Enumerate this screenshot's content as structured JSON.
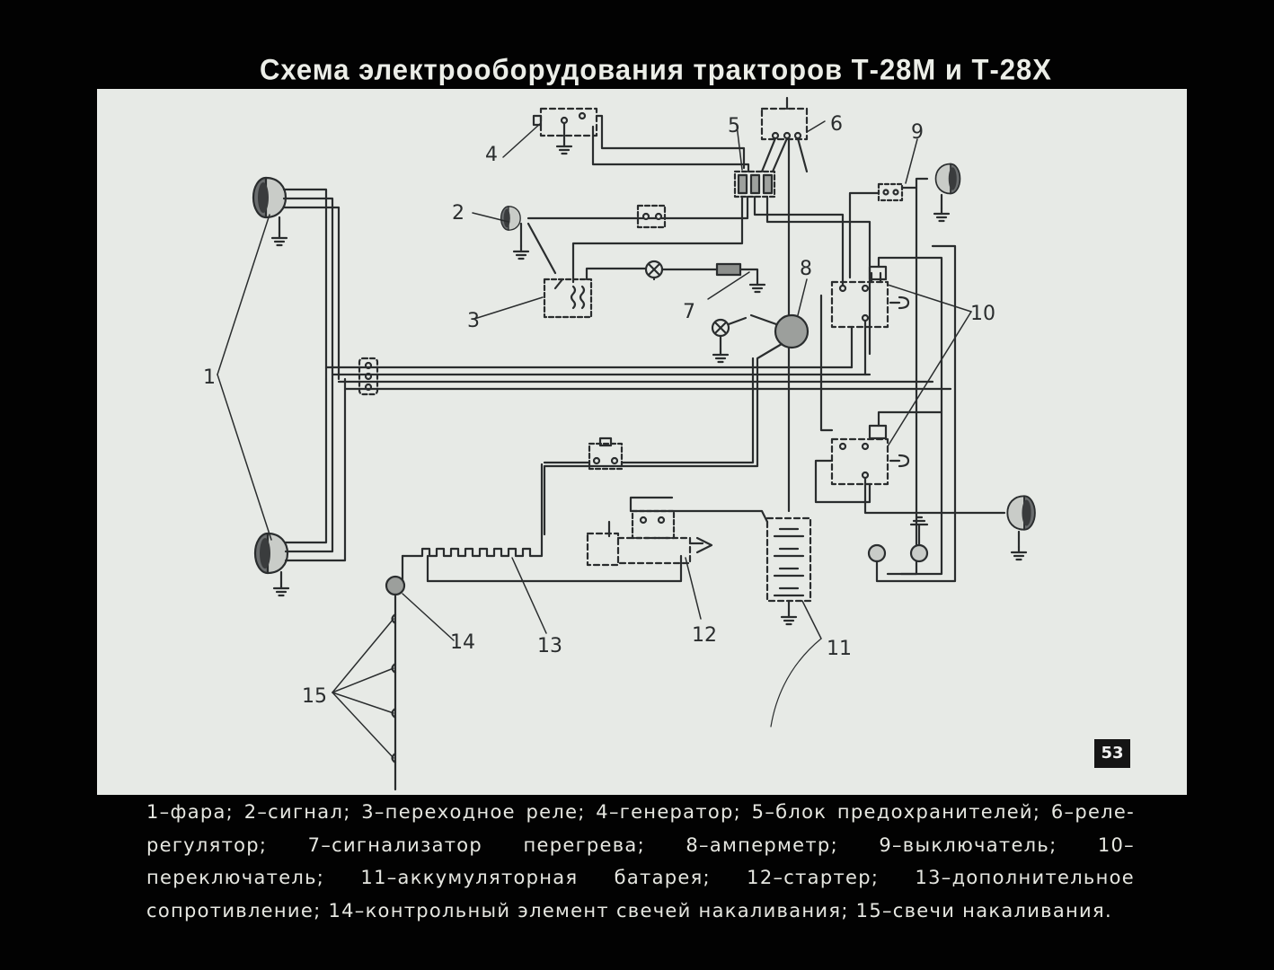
{
  "title": "Схема электрооборудования тракторов Т-28М и Т-28Х",
  "frame_number": "53",
  "labels": {
    "n1": "1",
    "n2": "2",
    "n3": "3",
    "n4": "4",
    "n5": "5",
    "n6": "6",
    "n7": "7",
    "n8": "8",
    "n9": "9",
    "n10": "10",
    "n11": "11",
    "n12": "12",
    "n13": "13",
    "n14": "14",
    "n15": "15"
  },
  "caption": "1–фара; 2–сигнал; 3–переходное реле; 4–генератор; 5–блок предохранителей; 6–реле-регулятор; 7–сигнализатор перегрева; 8–амперметр; 9–выключатель; 10–переключатель; 11–аккумуляторная батарея; 12–стартер; 13–дополнительное сопротивление; 14–контрольный элемент свечей накаливания; 15–свечи накаливания.",
  "colors": {
    "background": "#020202",
    "panel": "#e7eae6",
    "ink": "#2a2d2e",
    "caption_text": "#e6e7e1"
  },
  "icons": {
    "headlight": "headlight-icon",
    "ground": "ground-icon",
    "lamp": "lamp-icon"
  }
}
